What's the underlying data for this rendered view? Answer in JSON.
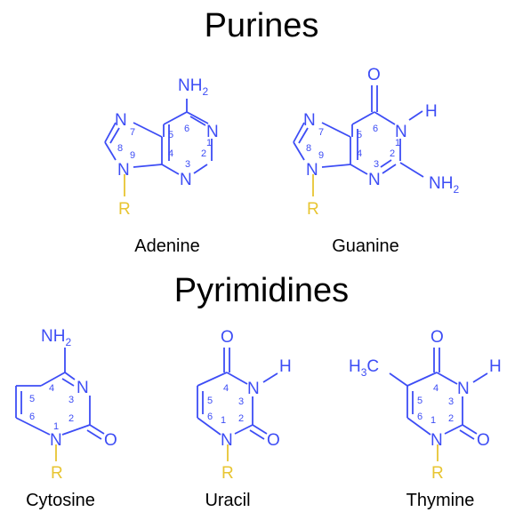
{
  "headings": {
    "purines": "Purines",
    "pyrimidines": "Pyrimidines"
  },
  "atoms": {
    "N": "N",
    "O": "O",
    "NH": "NH",
    "H": "H",
    "R": "R",
    "C": "C",
    "sub2": "2",
    "sub3": "3"
  },
  "ring_numbers": [
    "1",
    "2",
    "3",
    "4",
    "5",
    "6",
    "7",
    "8",
    "9"
  ],
  "molecules": {
    "adenine": {
      "name": "Adenine"
    },
    "guanine": {
      "name": "Guanine"
    },
    "cytosine": {
      "name": "Cytosine"
    },
    "uracil": {
      "name": "Uracil"
    },
    "thymine": {
      "name": "Thymine"
    }
  },
  "colors": {
    "atom": "#3d4df5",
    "r_group": "#e8c531",
    "text": "#000000"
  }
}
